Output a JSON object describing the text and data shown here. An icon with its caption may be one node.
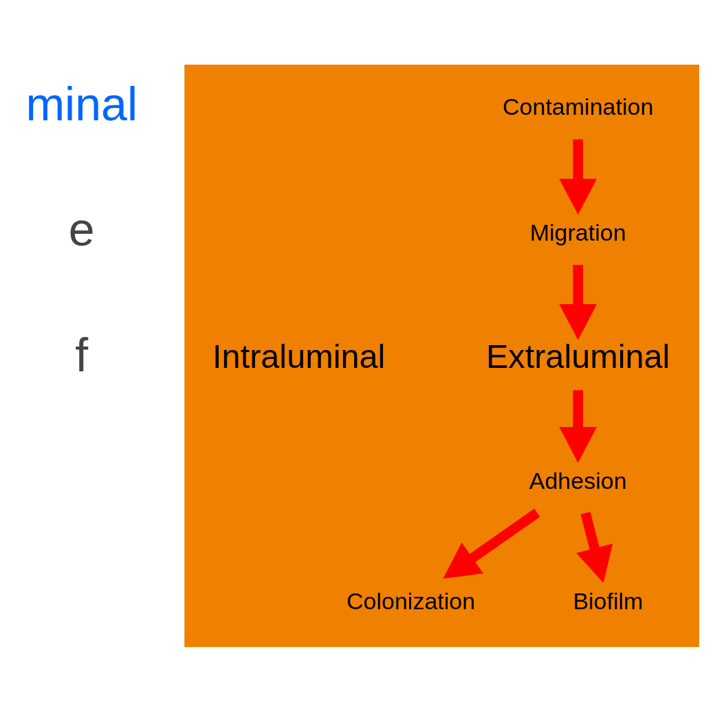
{
  "diagram": {
    "nodes": [
      {
        "text": [],
        "shape": "triangle"
      },
      {
        "text": [
          "Contamination"
        ],
        "in": 0
      },
      {
        "text": [
          "Migration"
        ],
        "in": 0
      },
      {
        "text": [
          "Extraluminal"
        ],
        "in": 0
      },
      {
        "text": [
          "Intraluminal"
        ],
        "in": 0
      },
      {
        "text": [
          "Adhesion"
        ],
        "in": 0
      },
      {
        "text": [
          "Colonization"
        ],
        "in": 0
      },
      {
        "text": [
          "Biofilm"
        ],
        "in": 0
      }
    ],
    "edges": [
      {
        "from": 1,
        "to": 2,
        "arrow": "to"
      },
      {
        "from": 2,
        "to": 3,
        "arrow": "to"
      },
      {
        "from": 3,
        "to": 5,
        "arrow": "to"
      },
      {
        "from": 5,
        "to": 6,
        "arrow": "to"
      },
      {
        "from": 5,
        "to": 7,
        "arrow": "to"
      }
    ],
    "labels": [
      "minal",
      "e",
      "f"
    ]
  }
}
